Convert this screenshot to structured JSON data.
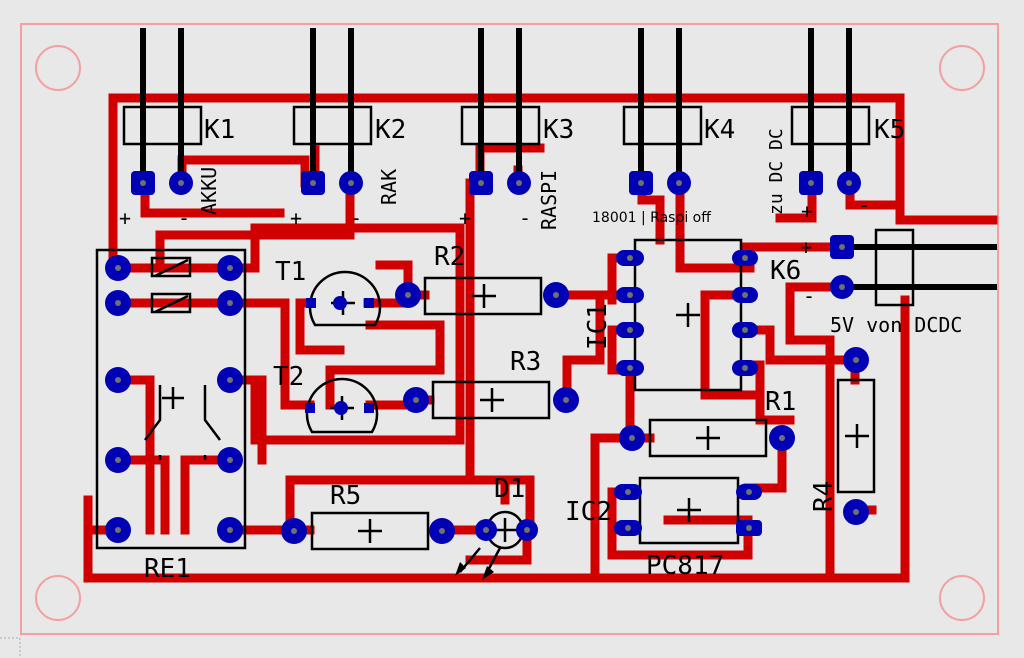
{
  "colors": {
    "background": "#e8e8e8",
    "board_outline": "#f4a0a0",
    "trace": "#d00000",
    "pad": "#0000b4",
    "silkscreen": "#000000",
    "wire": "#000000"
  },
  "connectors": [
    {
      "ref": "K1",
      "label": "AKKU",
      "plus": "+",
      "minus": "-"
    },
    {
      "ref": "K2",
      "label": "RAK",
      "plus": "+",
      "minus": "-"
    },
    {
      "ref": "K3",
      "label": "RASPI",
      "plus": "+",
      "minus": "-"
    },
    {
      "ref": "K4",
      "label": "",
      "plus": "",
      "minus": ""
    },
    {
      "ref": "K5",
      "label": "zu DC DC",
      "plus": "+",
      "minus": "-"
    }
  ],
  "k4_note": "18001 | Raspi off",
  "k6": {
    "ref": "K6",
    "label": "5V von DCDC",
    "plus": "+",
    "minus": "-"
  },
  "components": {
    "T1": "T1",
    "T2": "T2",
    "R1": "R1",
    "R2": "R2",
    "R3": "R3",
    "R4": "R4",
    "R5": "R5",
    "D1": "D1",
    "IC1": "IC1",
    "IC2": "IC2",
    "PC817": "PC817",
    "RE1": "RE1"
  }
}
